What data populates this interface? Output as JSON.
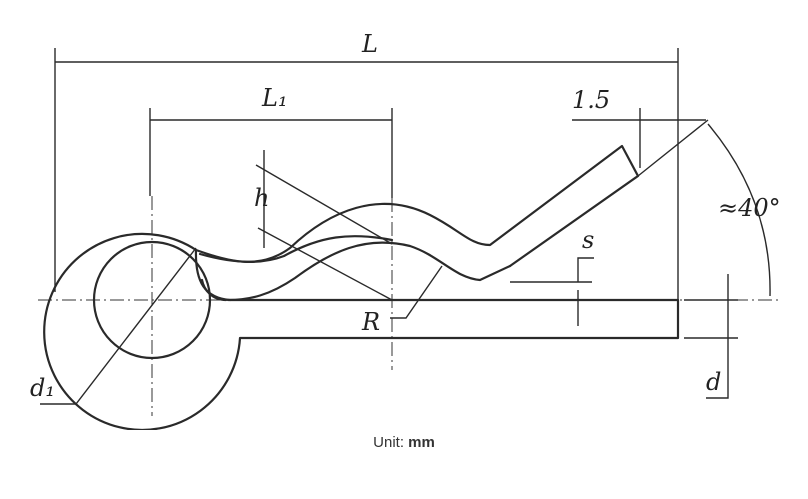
{
  "labels": {
    "L": "L",
    "L1": "L₁",
    "h": "h",
    "s": "s",
    "R": "R",
    "d1": "d₁",
    "d": "d",
    "tip": "1.5",
    "angle": "≈40°"
  },
  "caption": {
    "prefix": "Unit: ",
    "unit": "mm"
  },
  "colors": {
    "line": "#2a2a2a",
    "caption": "#333333"
  }
}
